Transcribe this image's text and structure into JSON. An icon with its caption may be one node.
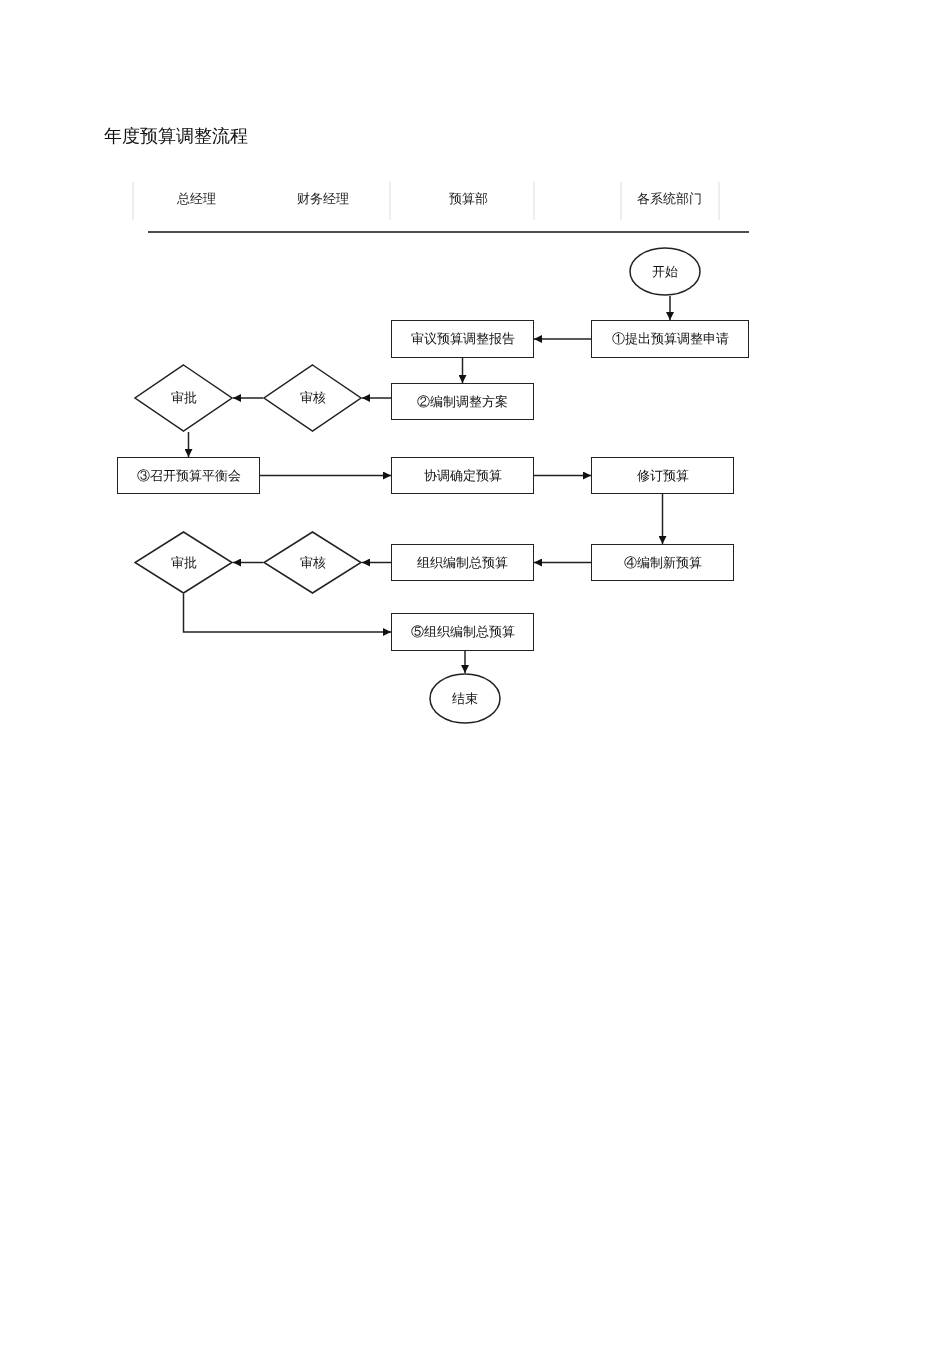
{
  "diagram": {
    "title": "年度预算调整流程",
    "nodes": [
      {
        "text": [
          "开始"
        ]
      },
      {
        "text": [
          "①提出预算调整申请"
        ]
      },
      {
        "text": [
          "审议预算调整报告"
        ]
      },
      {
        "text": [
          "②编制调整方案"
        ]
      },
      {
        "text": [
          "审核"
        ]
      },
      {
        "text": [
          "审批"
        ]
      },
      {
        "text": [
          "③召开预算平衡会"
        ]
      },
      {
        "text": [
          "协调确定预算"
        ]
      },
      {
        "text": [
          "修订预算"
        ]
      },
      {
        "text": [
          "④编制新预算"
        ]
      },
      {
        "text": [
          "组织编制总预算"
        ]
      },
      {
        "text": [
          "审核"
        ]
      },
      {
        "text": [
          "审批"
        ]
      },
      {
        "text": [
          "⑤组织编制总预算"
        ]
      },
      {
        "text": [
          "结束"
        ]
      }
    ],
    "edges": [
      {
        "from": 0,
        "to": 1,
        "arrow": "to"
      },
      {
        "from": 1,
        "to": 2,
        "arrow": "to"
      },
      {
        "from": 2,
        "to": 3,
        "arrow": "to"
      },
      {
        "from": 3,
        "to": 4,
        "arrow": "to"
      },
      {
        "from": 4,
        "to": 5,
        "arrow": "to"
      },
      {
        "from": 5,
        "to": 6,
        "arrow": "to"
      },
      {
        "from": 6,
        "to": 7,
        "arrow": "to"
      },
      {
        "from": 7,
        "to": 8,
        "arrow": "to"
      },
      {
        "from": 8,
        "to": 9,
        "arrow": "to"
      },
      {
        "from": 9,
        "to": 10,
        "arrow": "to"
      },
      {
        "from": 10,
        "to": 11,
        "arrow": "to"
      },
      {
        "from": 11,
        "to": 12,
        "arrow": "to"
      },
      {
        "from": 12,
        "to": 13,
        "arrow": "to"
      },
      {
        "from": 13,
        "to": 14,
        "arrow": "to"
      }
    ],
    "labels": [
      "总经理",
      "财务经理",
      "预算部",
      "各系统部门"
    ]
  }
}
